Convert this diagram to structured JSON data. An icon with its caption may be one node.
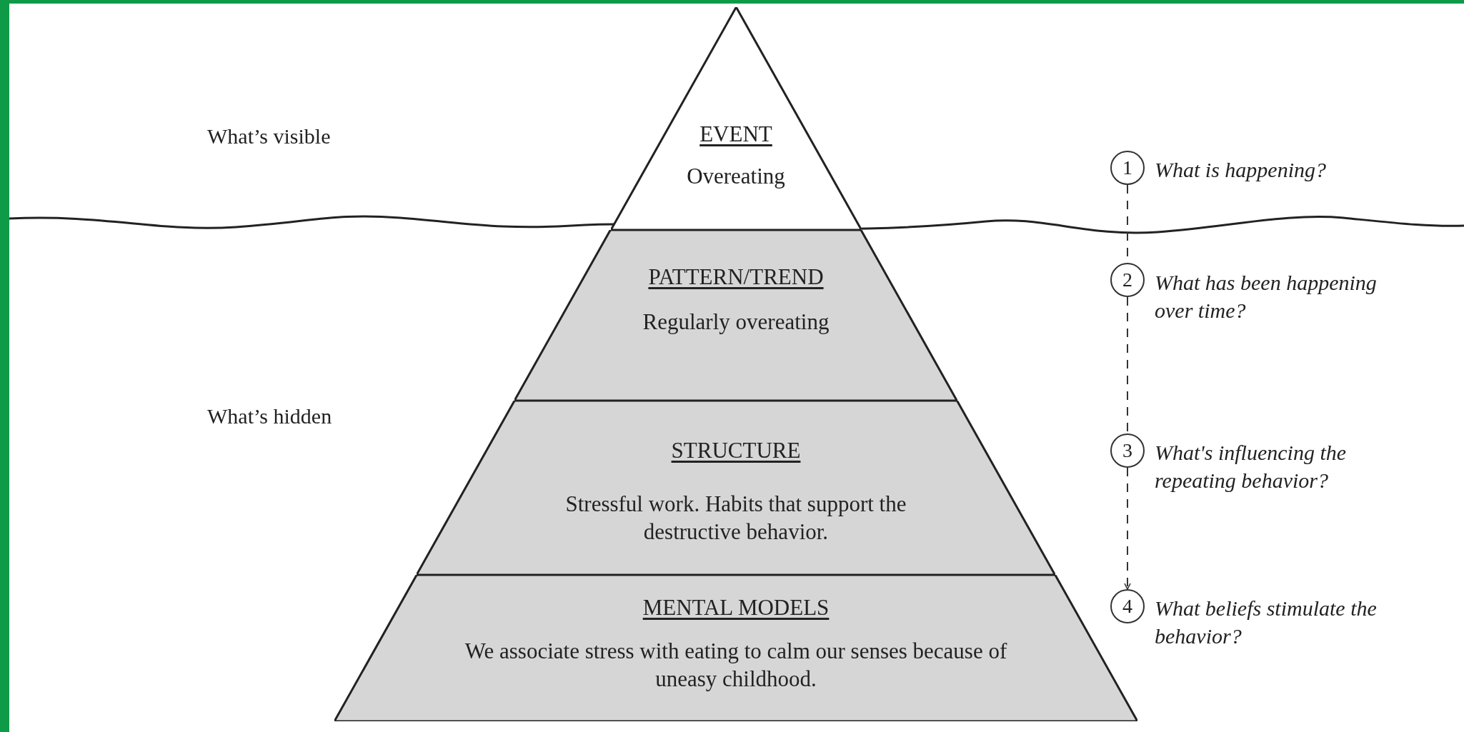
{
  "diagram": {
    "nodes": [
      {
        "text": [
          "EVENT",
          "Overeating"
        ]
      },
      {
        "text": [
          "PATTERN/TREND",
          "Regularly overeating"
        ]
      },
      {
        "text": [
          "STRUCTURE",
          "Stressful work. Habits that support the destructive behavior."
        ]
      },
      {
        "text": [
          "MENTAL MODELS",
          "We associate stress with eating to calm our senses because of uneasy childhood."
        ]
      },
      {
        "text": [
          "1"
        ],
        "beside": [
          "What is happening?"
        ]
      },
      {
        "text": [
          "2"
        ],
        "beside": [
          "What has been happening over time?"
        ]
      },
      {
        "text": [
          "3"
        ],
        "beside": [
          "What's influencing the repeating behavior?"
        ]
      },
      {
        "text": [
          "4"
        ],
        "beside": [
          "What beliefs stimulate the behavior?"
        ]
      }
    ],
    "edges": [
      {
        "from": 4,
        "to": 5,
        "arrow": "none",
        "style": "dashed"
      },
      {
        "from": 5,
        "to": 6,
        "arrow": "none",
        "style": "dashed"
      },
      {
        "from": 6,
        "to": 7,
        "arrow": "to",
        "style": "dashed"
      }
    ],
    "labels": [
      "What’s visible",
      "What’s hidden"
    ]
  }
}
